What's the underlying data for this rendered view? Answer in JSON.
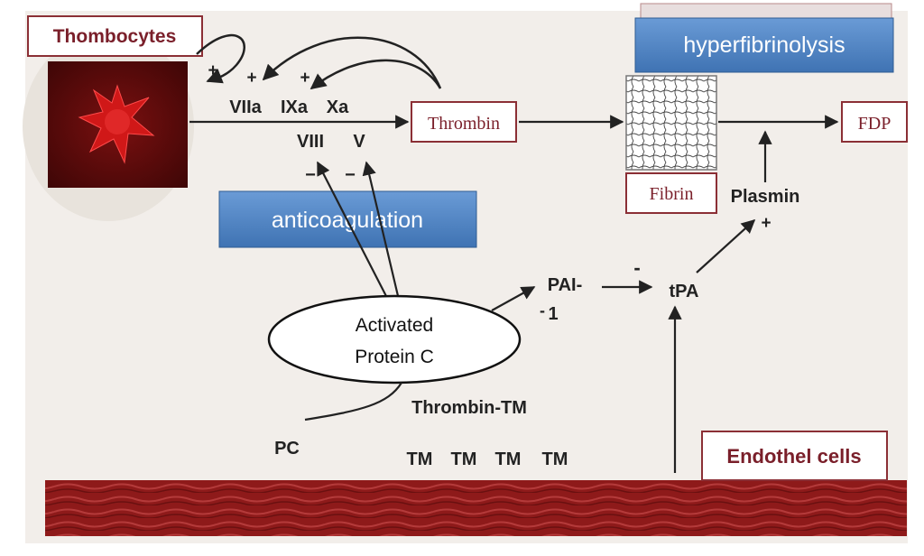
{
  "labels": {
    "thrombocytes": "Thombocytes",
    "hyperfibrinolysis": "hyperfibrinolysis",
    "anticoagulation": "anticoagulation",
    "thrombin": "Thrombin",
    "fdp": "FDP",
    "fibrin": "Fibrin",
    "plasmin": "Plasmin",
    "apc_line1": "Activated",
    "apc_line2": "Protein C",
    "pai_line1": "PAI-",
    "pai_line2": "1",
    "tpa": "tPA",
    "pc": "PC",
    "thrombin_tm": "Thrombin-TM",
    "endothel": "Endothel cells",
    "tm": "TM",
    "viia": "VIIa",
    "ixa": "IXa",
    "xa": "Xa",
    "viii": "VIII",
    "v": "V"
  },
  "signs": {
    "plus": "+",
    "minus": "−",
    "dash": "-"
  },
  "colors": {
    "background": "#f2eeea",
    "maroon_border": "#8b2f35",
    "maroon_text": "#7a1f2a",
    "blue_box": "#4f86c6",
    "blood_vessel": "#8e1a1a",
    "platelet": "#d01818"
  }
}
